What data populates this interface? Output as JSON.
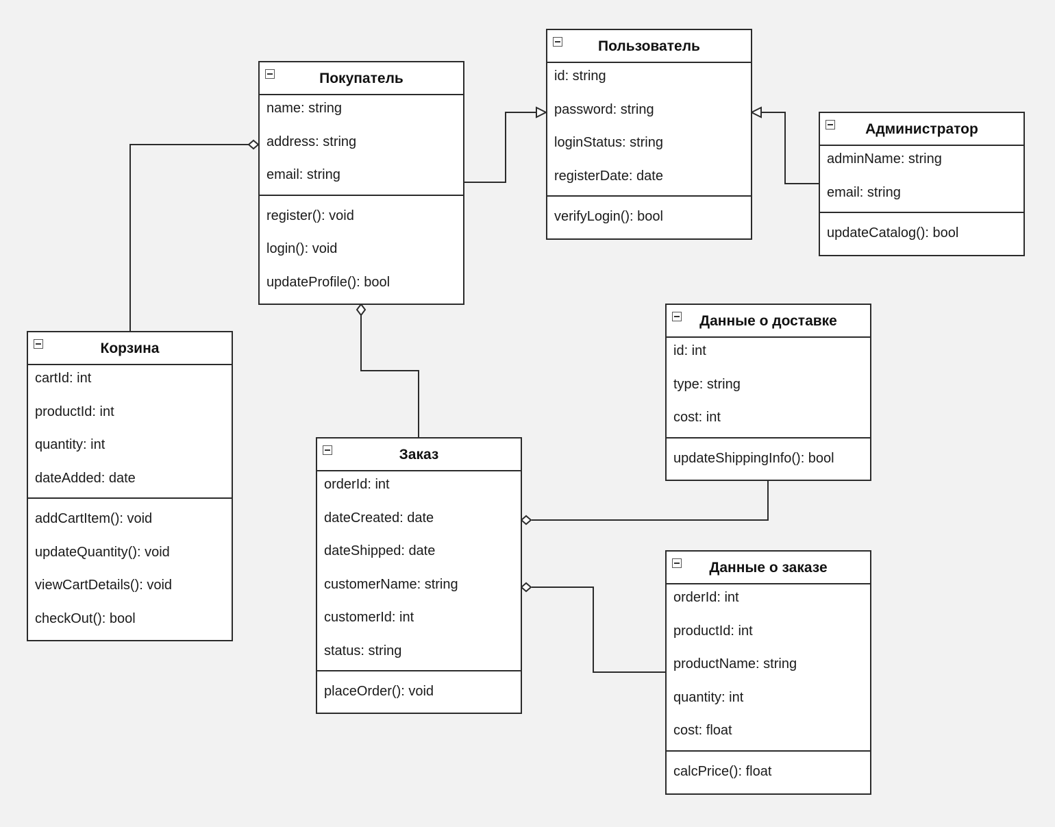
{
  "classes": {
    "pokupatel": {
      "title": "Покупатель",
      "attributes": [
        "name: string",
        "address: string",
        "email: string"
      ],
      "methods": [
        "register(): void",
        "login(): void",
        "updateProfile(): bool"
      ]
    },
    "polzovatel": {
      "title": "Пользователь",
      "attributes": [
        "id: string",
        "password: string",
        "loginStatus: string",
        "registerDate: date"
      ],
      "methods": [
        "verifyLogin(): bool"
      ]
    },
    "administrator": {
      "title": "Администратор",
      "attributes": [
        "adminName: string",
        "email: string"
      ],
      "methods": [
        "updateCatalog(): bool"
      ]
    },
    "korzina": {
      "title": "Корзина",
      "attributes": [
        "cartId: int",
        "productId: int",
        "quantity: int",
        "dateAdded: date"
      ],
      "methods": [
        "addCartItem(): void",
        "updateQuantity(): void",
        "viewCartDetails(): void",
        "checkOut(): bool"
      ]
    },
    "dostavka": {
      "title": "Данные о доставке",
      "attributes": [
        "id: int",
        "type: string",
        "cost: int"
      ],
      "methods": [
        "updateShippingInfo(): bool"
      ]
    },
    "zakaz": {
      "title": "Заказ",
      "attributes": [
        "orderId: int",
        "dateCreated: date",
        "dateShipped: date",
        "customerName: string",
        "customerId: int",
        "status: string"
      ],
      "methods": [
        "placeOrder(): void"
      ]
    },
    "dannye_zakaza": {
      "title": "Данные о заказе",
      "attributes": [
        "orderId: int",
        "productId: int",
        "productName: string",
        "quantity: int",
        "cost: float"
      ],
      "methods": [
        "calcPrice(): float"
      ]
    }
  },
  "relations": [
    {
      "from": "pokupatel",
      "to": "polzovatel",
      "kind": "generalization"
    },
    {
      "from": "administrator",
      "to": "polzovatel",
      "kind": "generalization"
    },
    {
      "from": "korzina",
      "to": "pokupatel",
      "kind": "aggregation"
    },
    {
      "from": "zakaz",
      "to": "pokupatel",
      "kind": "aggregation"
    },
    {
      "from": "dostavka",
      "to": "zakaz",
      "kind": "aggregation"
    },
    {
      "from": "dannye_zakaza",
      "to": "zakaz",
      "kind": "aggregation"
    }
  ],
  "colors": {
    "background": "#f2f2f2",
    "line": "#2b2b2b",
    "box": "#ffffff"
  }
}
